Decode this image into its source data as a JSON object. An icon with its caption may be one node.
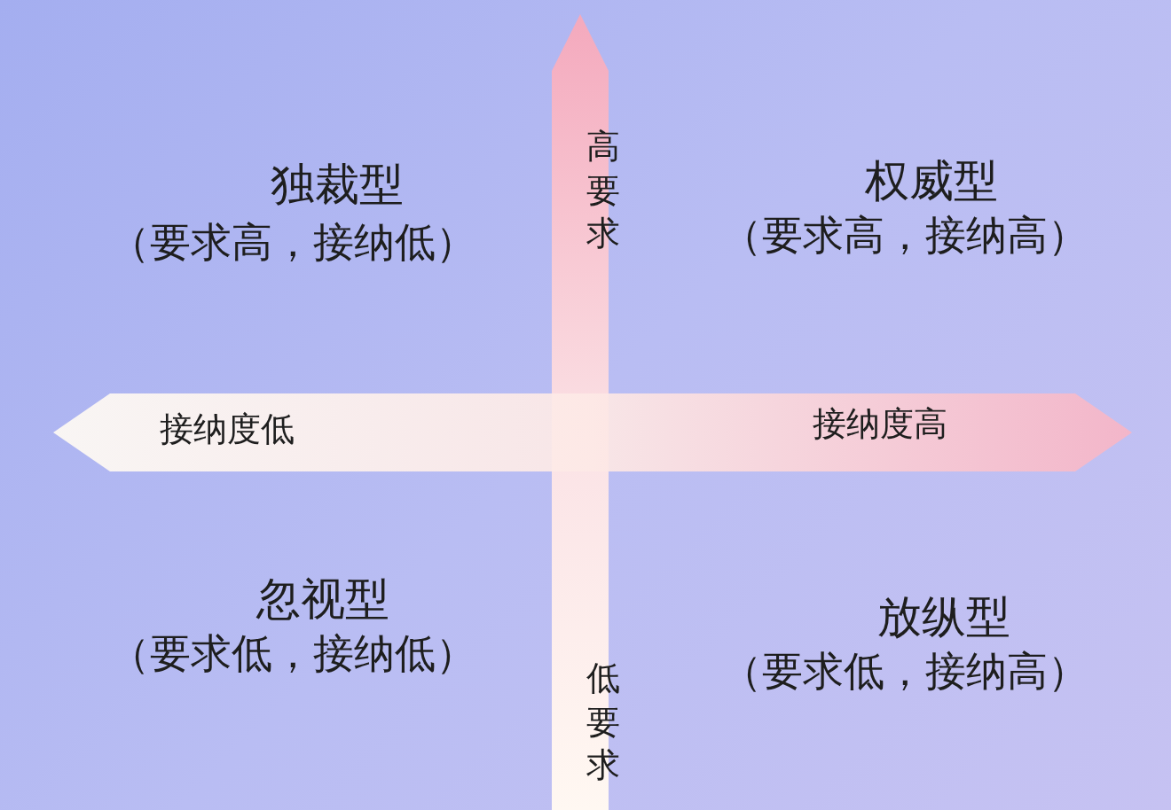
{
  "diagram": {
    "labels": [
      "独裁型",
      "（要求高，接纳低）",
      "高要求",
      "权威型",
      "（要求高，接纳高）",
      "接纳度低",
      "接纳度高",
      "忽视型",
      "（要求低，接纳低）",
      "放纵型",
      "（要求低，接纳高）",
      "低要求"
    ]
  }
}
